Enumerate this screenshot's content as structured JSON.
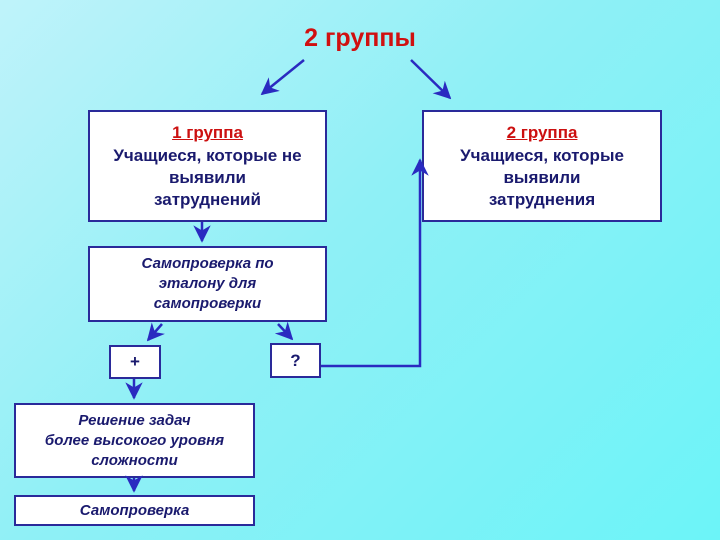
{
  "title": "2 группы",
  "group1": {
    "heading": "1 группа",
    "lines": [
      "Учащиеся, которые не",
      "выявили",
      "затруднений"
    ]
  },
  "group2": {
    "heading": "2 группа",
    "lines": [
      "Учащиеся, которые",
      "выявили",
      "затруднения"
    ]
  },
  "selfcheck": {
    "lines": [
      "Самопроверка по",
      "эталону для",
      "самопроверки"
    ]
  },
  "plus": "+",
  "question": "?",
  "harder": {
    "lines": [
      "Решение задач",
      "более высокого уровня",
      "сложности"
    ]
  },
  "final": "Самопроверка",
  "colors": {
    "title": "#d01010",
    "box_border": "#2a2a9a",
    "text": "#1a1a6e",
    "arrow": "#2a2ac0"
  }
}
